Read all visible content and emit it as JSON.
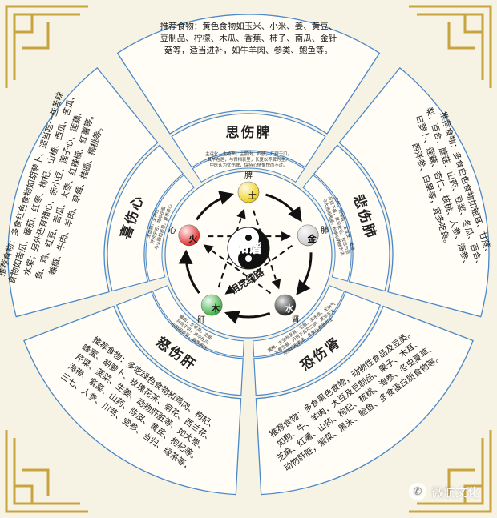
{
  "colors": {
    "background": "#f7f3e4",
    "frame_gold": "#c8a441",
    "ring_stroke": "#4a88c9",
    "main_text": "#1a1a1a",
    "center_red": "#d22a1f"
  },
  "center": {
    "title": "和谐",
    "cycle_label": "相克线路"
  },
  "elements": {
    "earth": {
      "char": "土",
      "organ": "脾",
      "color": "#f2cf12",
      "emotion_label": "思伤脾"
    },
    "metal": {
      "char": "金",
      "organ": "肺",
      "color": "#c9c9c9",
      "emotion_label": "悲伤肺"
    },
    "water": {
      "char": "水",
      "organ": "肾",
      "color": "#222222",
      "emotion_label": "恐伤肾"
    },
    "wood": {
      "char": "木",
      "organ": "肝",
      "color": "#3bb142",
      "emotion_label": "怒伤肝"
    },
    "fire": {
      "char": "火",
      "organ": "心",
      "color": "#e22a2a",
      "emotion_label": "喜伤心"
    }
  },
  "sectors": {
    "top": {
      "title": "思伤脾",
      "lines": [
        "推荐食物：黄色食物如玉米、小米、姜、黄豆、",
        "豆制品、柠檬、木瓜、香蕉、柿子、南瓜、金针",
        "菇等，适当进补，如牛羊肉、参类、鲍鱼等。"
      ],
      "inner_lines": [
        "主运化，主统血，主肌肉、四肢，开窍于口。",
        "其华在唇，与胃相表里，长夏以养脾为主。",
        "中医认为忧伤脾，保持心情愉悦而不过。"
      ]
    },
    "right": {
      "title": "悲伤肺",
      "lines": [
        "推荐食物：多食白色食物如银耳、甘蔗、",
        "梨、百合、蘑菇、山药、豆浆、冬瓜、百合、",
        "白萝卜、莲藕、杏仁、核桃、人参、海参、",
        "西洋参、白果等，宜多吃鱼。"
      ],
      "inner_lines": [
        "主气，司呼吸，主宣发，肃降",
        "开窍于鼻，其华在毛。在志为悲",
        "与大肠相表里，秋季以养肺为主"
      ]
    },
    "bottom_right": {
      "title": "恐伤肾",
      "lines": [
        "推荐食物：多食黑色食物，动物性食品及豆类。",
        "如狗、牛、羊肉，大豆及豆制品、栗子、木耳、",
        "芝麻、红薯、山药、枸杞、核桃、海参、冬虫夏草、",
        "动物肝脏，紫菜、黑米、鲍鱼、多食蛋白质食物等。"
      ],
      "inner_lines": [
        "藏精，主生长发育、生殖，主水液，主纳气",
        "主骨生髓，开窍于耳及二阴，其华在发",
        "与膀胱相表里，冬季以养肾为主"
      ]
    },
    "bottom_left": {
      "title": "怒伤肝",
      "lines": [
        "推荐食物：多吃绿色食物和鸡肉、枸杞、",
        "蜂蜜、胡萝卜、玫瑰花茶、菊花、西兰花、",
        "芹菜、菠菜、生姜、动物肝脏等、如大枣、",
        "海带、紫菜、山药、陈皮、黄芪、枸杞等。",
        "三七、人参、川芎、党参、当归、绿茶等，"
      ],
      "inner_lines": [
        "藏血，主疏泄，主筋",
        "开窍于目，其华在爪",
        "与胆相表里，春季养肝"
      ]
    },
    "left": {
      "title": "喜伤心",
      "lines": [
        "推荐食物：多食红色食物如胡萝卜、适当吃一些苦味",
        "食物如苦瓜、番茄、红枣、枸杞、山楂、西瓜、苦瓜、",
        "水果；另外还有猪心、赤小豆、莲子心、莲藕、",
        "鱼、鸡、红豆、苦瓜、大枣、红辣椒、红薯等。",
        "辣椒、牛肉、羊肉、草莓、桂圆、樱桃等。"
      ],
      "inner_lines": [
        "主血脉，主神志",
        "开窍于舌，其华在面",
        "与小肠相表里，夏季养心"
      ]
    }
  },
  "organ_labels": {
    "earth_right": "主运化 与胃相表里",
    "metal": "主气 主宣发 肃降",
    "water": "藏精 主水 纳气",
    "wood": "藏血 主疏泄",
    "fire": "主血脉 主神志"
  },
  "watermark": {
    "icon": "wechat-icon",
    "text": "微航文化"
  }
}
